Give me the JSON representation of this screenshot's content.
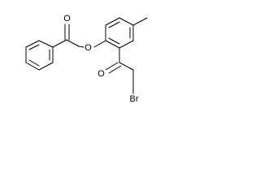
{
  "molecule": {
    "atoms": {
      "ester_oxygen": "O",
      "carbonyl_oxygen_ester": "O",
      "carbonyl_oxygen_ketone": "O",
      "bromine": "Br"
    }
  },
  "colors": {
    "bond": "#000000",
    "background": "#ffffff"
  }
}
